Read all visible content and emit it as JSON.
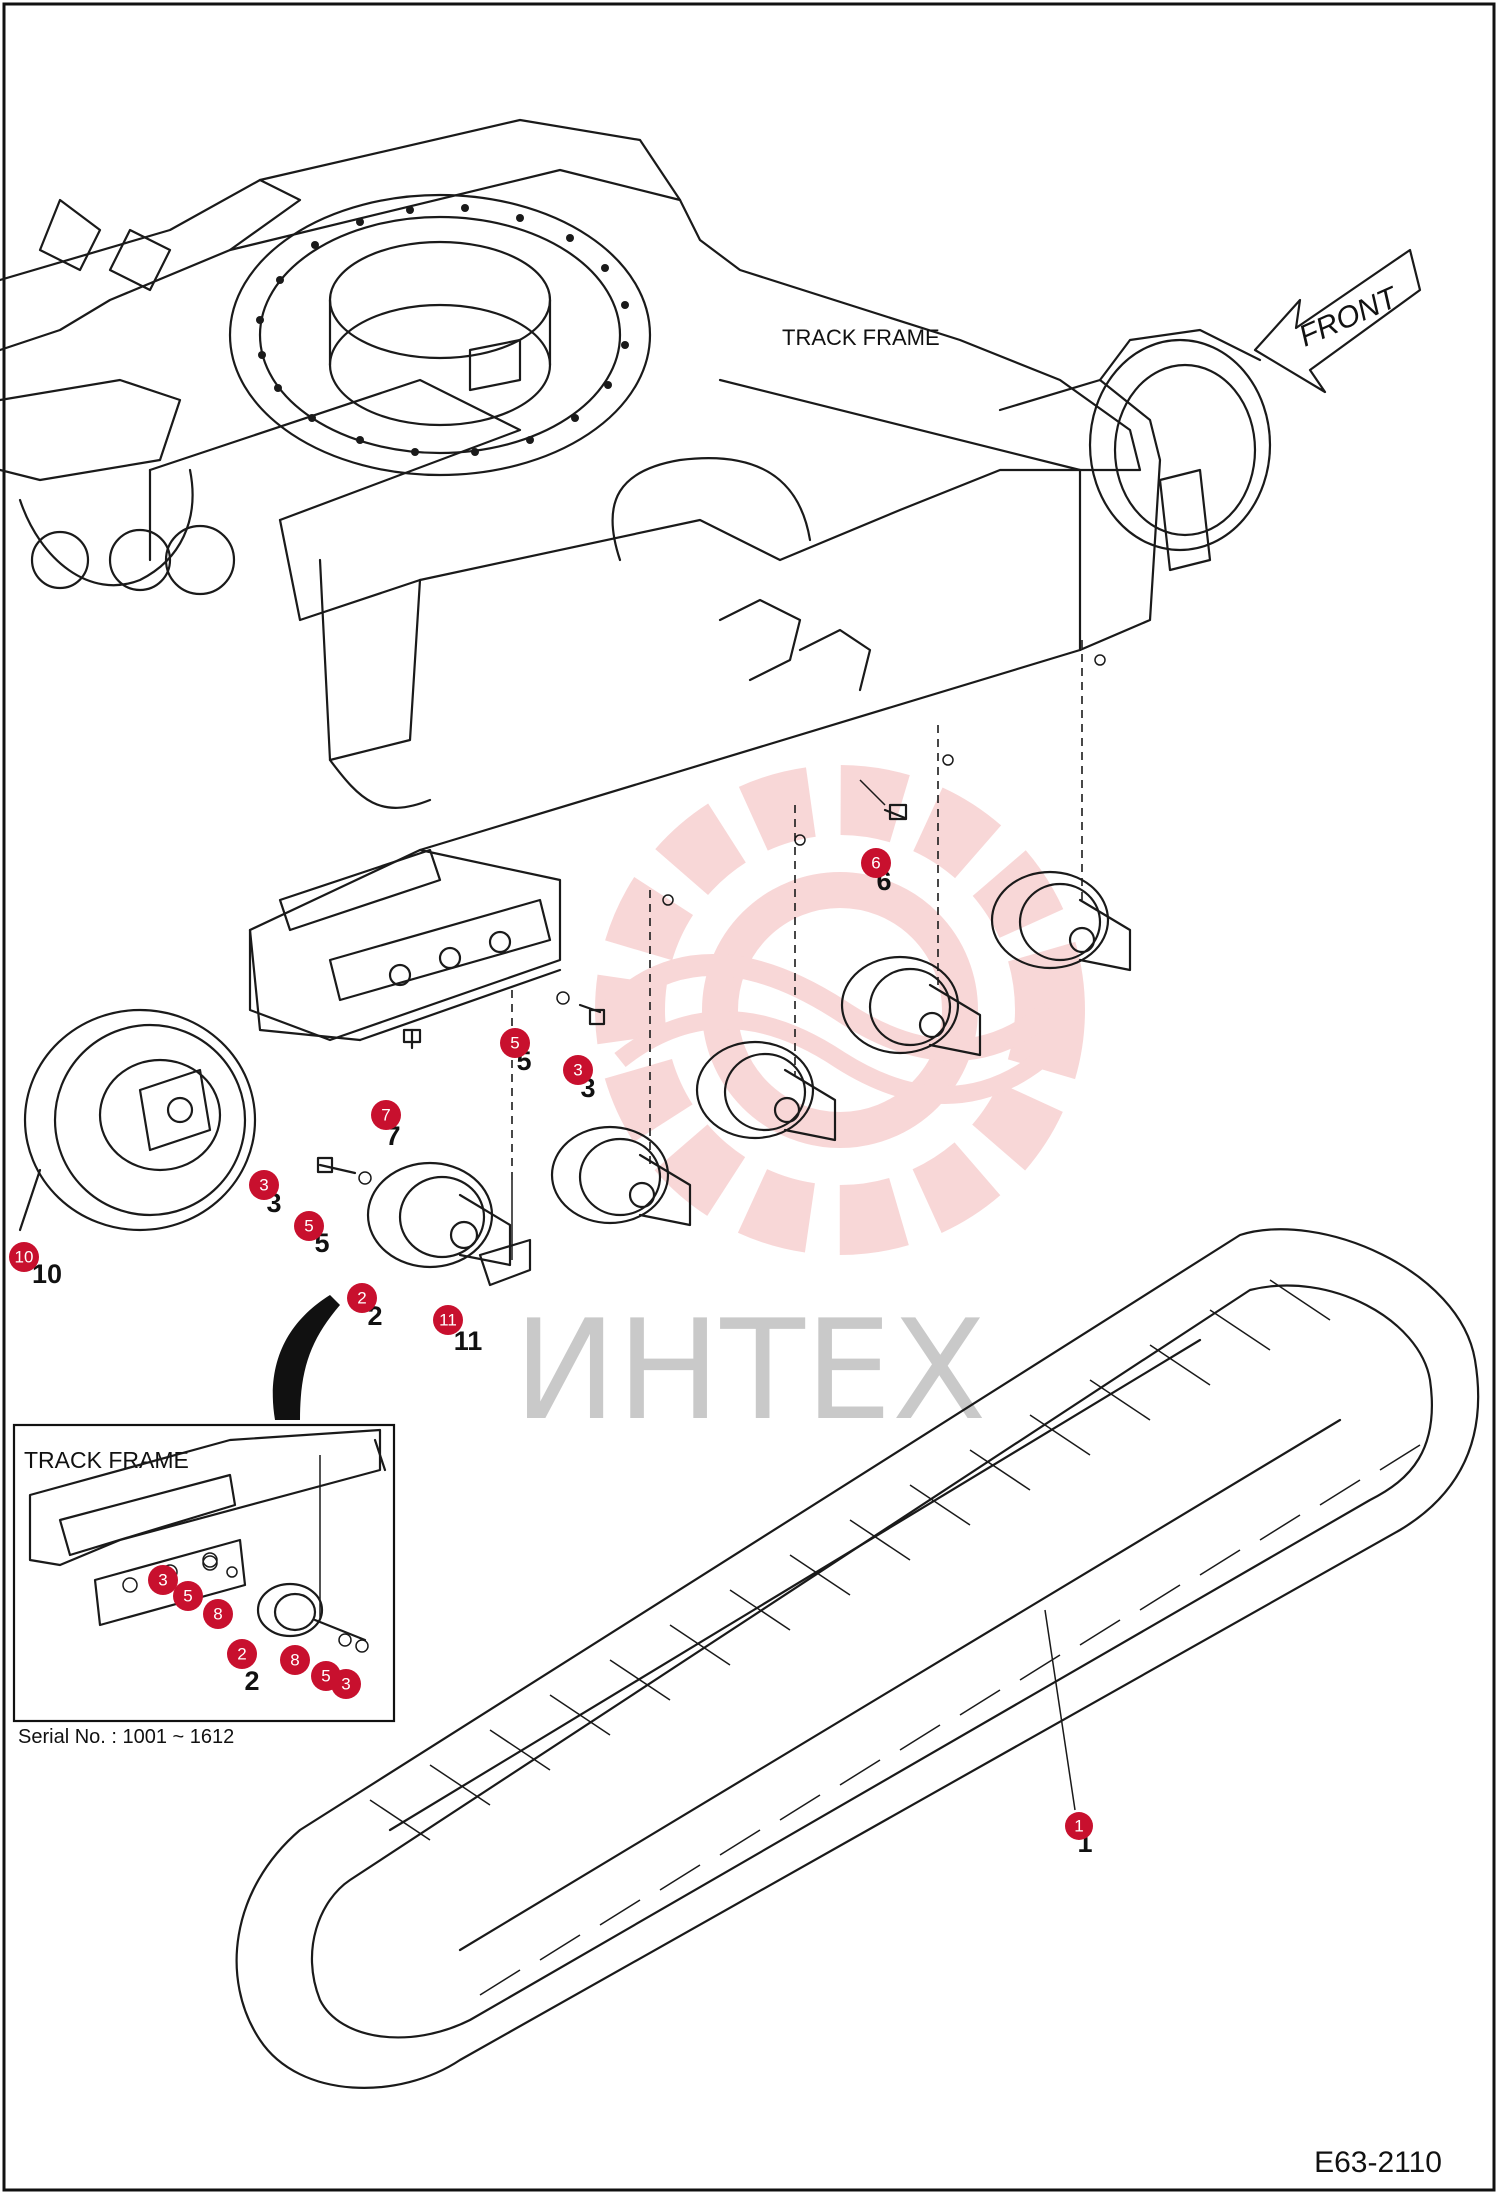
{
  "labels": {
    "track_frame": "TRACK FRAME",
    "front": "FRONT",
    "inset_title": "TRACK FRAME",
    "serial": "Serial No. : 1001 ~ 1612",
    "code": "E63-2110"
  },
  "watermark": {
    "text": "ИНТЕХ",
    "color": "#f3b7b7"
  },
  "colors": {
    "callout": "#c8102e",
    "line": "#1a1a1a"
  },
  "callouts": {
    "c1": "1",
    "c2": "2",
    "c3a": "3",
    "c3b": "3",
    "c5a": "5",
    "c5b": "5",
    "c6": "6",
    "c7": "7",
    "c10": "10",
    "c11": "11",
    "i3a": "3",
    "i5a": "5",
    "i8a": "8",
    "i2": "2",
    "i8b": "8",
    "i5b": "5",
    "i3b": "3"
  },
  "part_numbers": {
    "p1": "1",
    "p2": "2",
    "p3a": "3",
    "p3b": "3",
    "p5a": "5",
    "p5b": "5",
    "p6": "6",
    "p7": "7",
    "p10": "10",
    "p11": "11",
    "ip2": "2"
  }
}
